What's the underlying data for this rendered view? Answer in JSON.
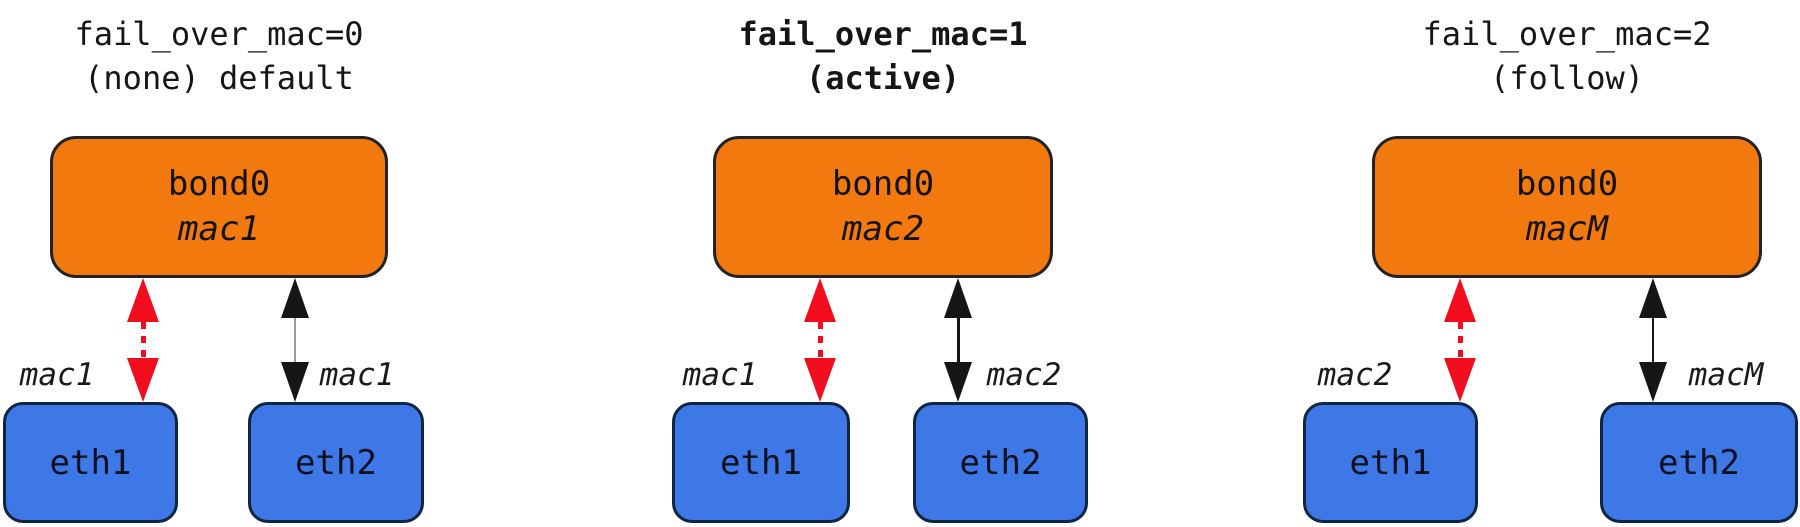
{
  "colors": {
    "bond_fill": "#F1790E",
    "slave_fill": "#3D78E6",
    "failover_arrow_red": "#F20D1E",
    "link_arrow_black": "#161616",
    "inactive_shaft_gray": "#9AA0A0"
  },
  "panels": [
    {
      "title_line1": "fail_over_mac=0",
      "title_line2": "(none) default",
      "emphasized": false,
      "bond": {
        "name": "bond0",
        "mac": "mac1"
      },
      "slaves": [
        {
          "name": "eth1",
          "mac": "mac1",
          "link_style": "red-dashed-double-arrow"
        },
        {
          "name": "eth2",
          "mac": "mac1",
          "link_style": "black-solid-double-arrow"
        }
      ]
    },
    {
      "title_line1": "fail_over_mac=1",
      "title_line2": "(active)",
      "emphasized": true,
      "bond": {
        "name": "bond0",
        "mac": "mac2"
      },
      "slaves": [
        {
          "name": "eth1",
          "mac": "mac1",
          "link_style": "red-dashed-double-arrow"
        },
        {
          "name": "eth2",
          "mac": "mac2",
          "link_style": "black-solid-double-arrow"
        }
      ]
    },
    {
      "title_line1": "fail_over_mac=2",
      "title_line2": "(follow)",
      "emphasized": false,
      "bond": {
        "name": "bond0",
        "mac": "macM"
      },
      "slaves": [
        {
          "name": "eth1",
          "mac": "mac2",
          "link_style": "red-dashed-double-arrow"
        },
        {
          "name": "eth2",
          "mac": "macM",
          "link_style": "black-solid-double-arrow"
        }
      ]
    }
  ]
}
